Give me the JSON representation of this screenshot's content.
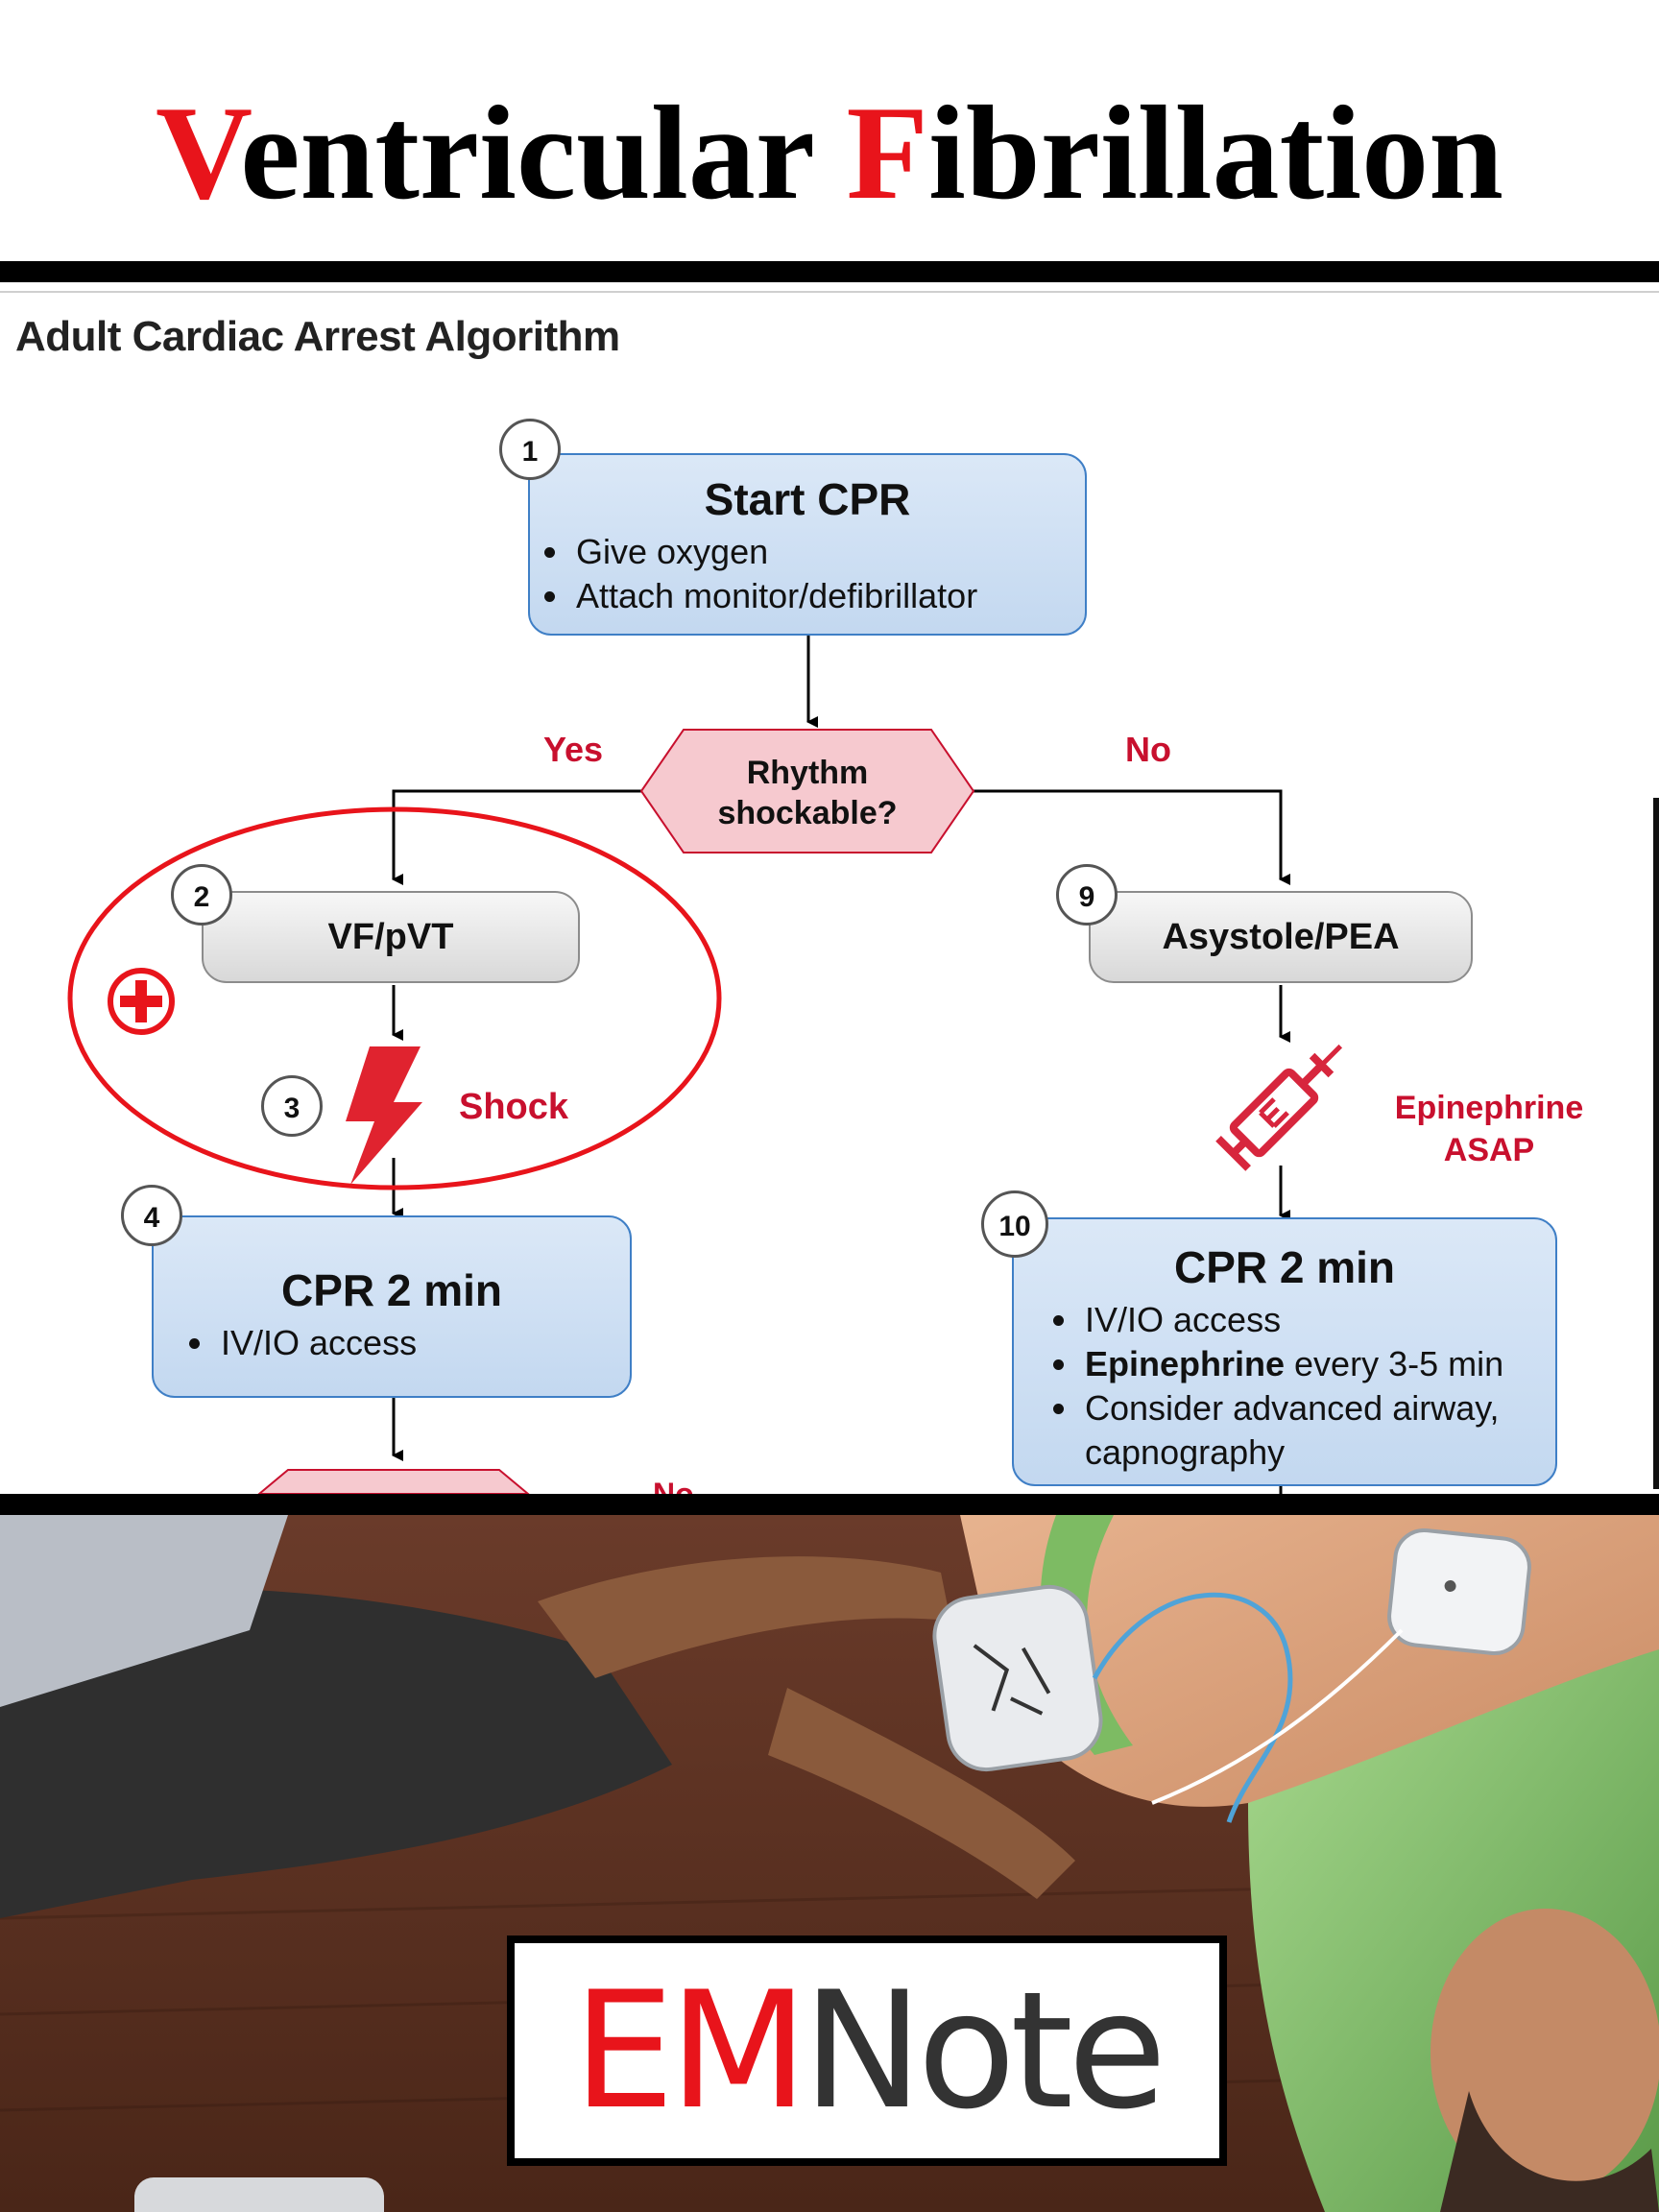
{
  "header": {
    "title_letter_1": "V",
    "title_rest_1": "entricular ",
    "title_letter_2": "F",
    "title_rest_2": "ibrillation"
  },
  "algorithm": {
    "title": "Adult Cardiac Arrest Algorithm",
    "step1": {
      "number": "1",
      "title": "Start CPR",
      "bullets": [
        "Give oxygen",
        "Attach monitor/defibrillator"
      ]
    },
    "decision": {
      "line1": "Rhythm",
      "line2": "shockable?",
      "yes_label": "Yes",
      "no_label": "No"
    },
    "step2": {
      "number": "2",
      "label": "VF/pVT"
    },
    "step3": {
      "number": "3",
      "label": "Shock"
    },
    "step4": {
      "number": "4",
      "title": "CPR 2 min",
      "bullets": [
        "IV/IO access"
      ]
    },
    "step9": {
      "number": "9",
      "label": "Asystole/PEA"
    },
    "epinephrine": {
      "line1": "Epinephrine",
      "line2": "ASAP"
    },
    "step10": {
      "number": "10",
      "title": "CPR 2 min",
      "bullet1": "IV/IO access",
      "bullet2_bold": "Epinephrine",
      "bullet2_rest": " every 3-5 min",
      "bullet3_line1": "Consider advanced airway,",
      "bullet3_line2": "capnography"
    },
    "next_no_label": "No"
  },
  "logo": {
    "em": "EM",
    "note": "Note"
  },
  "colors": {
    "accent_red": "#e8141b",
    "box_blue": "#c3d8f0",
    "box_border": "#3f7fc6",
    "decision_pink": "#f6c9cf",
    "label_red": "#c8102e"
  },
  "icons": [
    "first-aid-cross-icon",
    "lightning-bolt-icon",
    "syringe-icon"
  ]
}
